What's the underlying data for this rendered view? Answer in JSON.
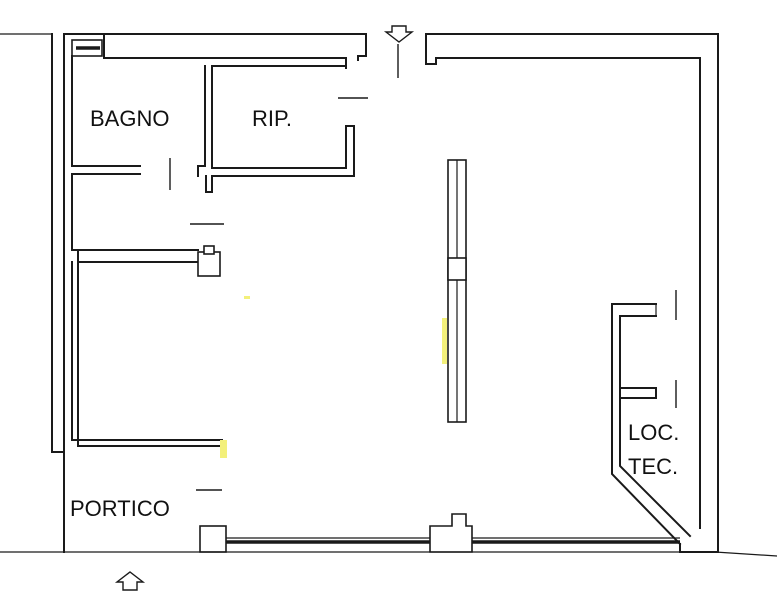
{
  "rooms": {
    "bagno": "BAGNO",
    "rip": "RIP.",
    "loc": "LOC.",
    "tec": "TEC.",
    "portico": "PORTICO"
  },
  "icons": {
    "entrance_top": "arrow-down-icon",
    "entrance_bottom": "arrow-up-icon"
  },
  "colors": {
    "line": "#1a1a1a",
    "highlight": "#f3f07a"
  }
}
